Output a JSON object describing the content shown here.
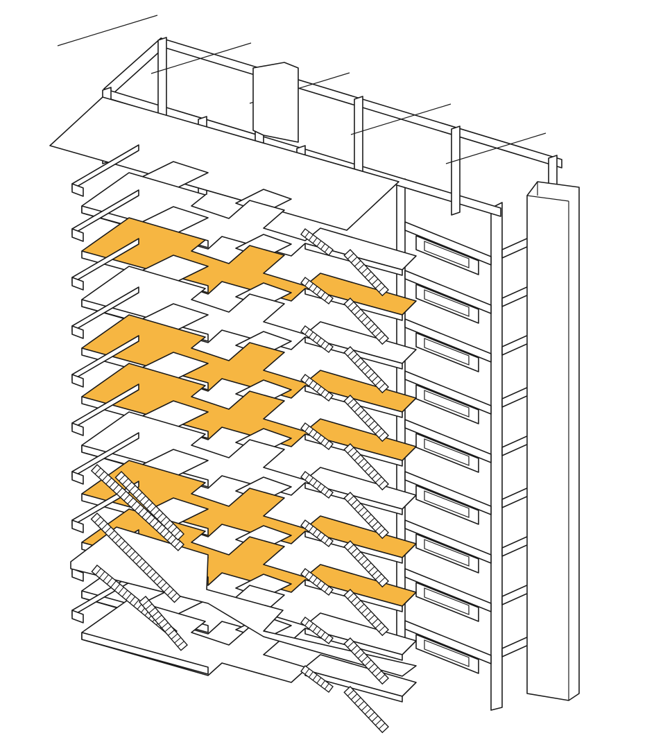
{
  "diagram": {
    "kind": "axonometric building section",
    "line_color": "#1a1a1a",
    "background": "#ffffff",
    "highlight_color": "#f6b642",
    "slab_fill": "#ffffff",
    "levels_total": 10,
    "highlighted_levels": [
      2,
      4,
      5,
      7,
      8,
      9
    ]
  }
}
